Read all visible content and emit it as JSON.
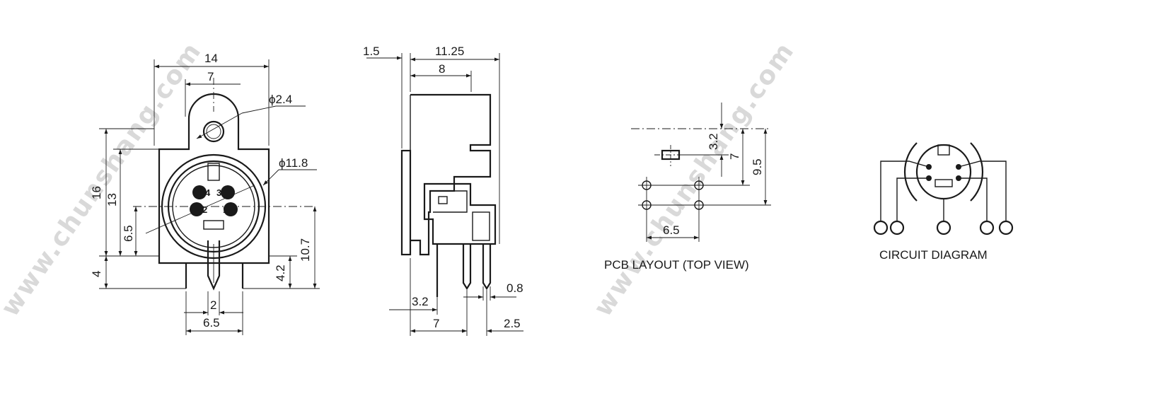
{
  "watermark": "www.chunshang.com",
  "front_view": {
    "dims": {
      "width_total": "14",
      "width_half": "7",
      "hole_dia": "ϕ2.4",
      "body_dia": "ϕ11.8",
      "height_total": "16",
      "height_body": "13",
      "center_height": "6.5",
      "pin_length": "4",
      "pin_length_right": "4.2",
      "center_to_pin": "10.7",
      "pin_width": "2",
      "pin_spacing": "6.5"
    },
    "pin_labels": [
      "4",
      "3",
      "2",
      "1"
    ]
  },
  "side_view": {
    "dims": {
      "flange": "1.5",
      "depth_total": "11.25",
      "depth_top": "8",
      "pin_offset": "3.2",
      "pin_span": "7",
      "pin_thickness": "0.8",
      "pin_pitch": "2.5"
    }
  },
  "pcb_layout": {
    "caption": "PCB LAYOUT (TOP VIEW)",
    "dims": {
      "slot_offset": "3.2",
      "row1": "7",
      "row2": "9.5",
      "hole_spacing": "6.5"
    }
  },
  "circuit": {
    "caption": "CIRCUIT DIAGRAM"
  }
}
